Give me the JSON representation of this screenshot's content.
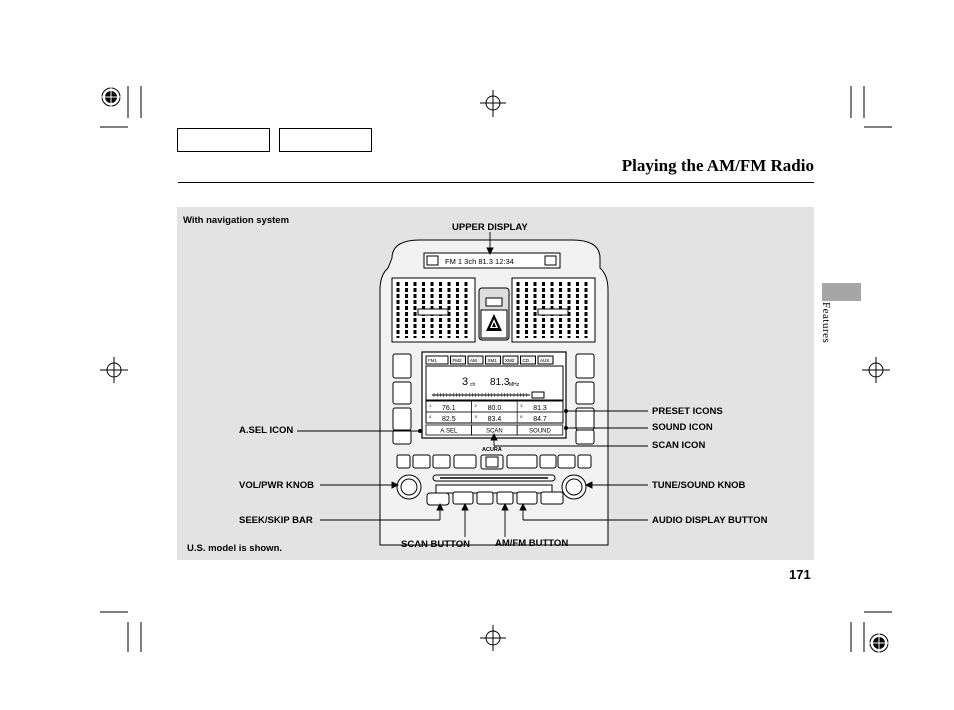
{
  "header": {
    "title": "Playing the AM/FM Radio"
  },
  "side_tab": {
    "label": "Features"
  },
  "page_number": "171",
  "figure": {
    "caption_top": "With navigation system",
    "caption_bottom": "U.S. model is shown.",
    "labels": {
      "upper_display": "UPPER DISPLAY",
      "preset_icons": "PRESET ICONS",
      "asel_icon": "A.SEL ICON",
      "sound_icon": "SOUND ICON",
      "scan_icon": "SCAN ICON",
      "vol_pwr_knob": "VOL/PWR KNOB",
      "tune_sound_knob": "TUNE/SOUND KNOB",
      "seek_skip_bar": "SEEK/SKIP BAR",
      "audio_display_button": "AUDIO DISPLAY BUTTON",
      "scan_button": "SCAN BUTTON",
      "amfm_button": "AM/FM BUTTON"
    },
    "screen": {
      "upper_display_text": "FM 1  3ch  81.3  12:34",
      "tabs": [
        "FM1",
        "FM2",
        "AM",
        "XM1",
        "XM2",
        "CD",
        "AUX"
      ],
      "channel": "3",
      "channel_unit": "ch",
      "frequency": "81.3",
      "frequency_unit": "MHz",
      "presets": [
        {
          "num": "1",
          "freq": "76.1"
        },
        {
          "num": "2",
          "freq": "80.0"
        },
        {
          "num": "3",
          "freq": "81.3"
        },
        {
          "num": "4",
          "freq": "82.5"
        },
        {
          "num": "5",
          "freq": "83.4"
        },
        {
          "num": "6",
          "freq": "84.7"
        }
      ],
      "softkeys": [
        "A.SEL",
        "SCAN",
        "SOUND"
      ],
      "brand": "ACURA"
    }
  }
}
